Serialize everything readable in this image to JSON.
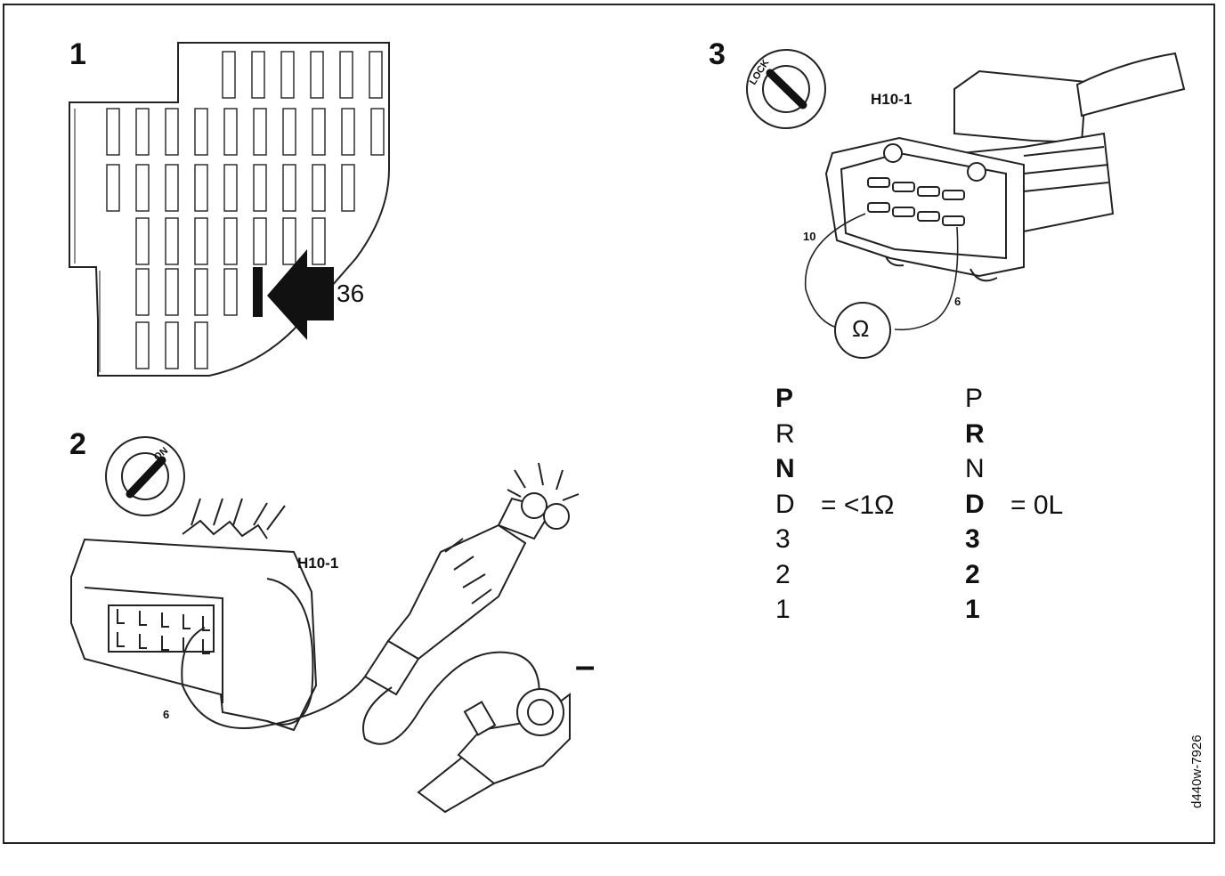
{
  "steps": {
    "s1": "1",
    "s2": "2",
    "s3": "3"
  },
  "panel1": {
    "fuse_number": "36"
  },
  "panel2": {
    "ignition": "ON",
    "connector": "H10-1",
    "pin": "6",
    "ground": "–"
  },
  "panel3": {
    "ignition": "LOCK",
    "connector": "H10-1",
    "pin_a": "10",
    "pin_b": "6",
    "meter": "Ω"
  },
  "table": {
    "left": {
      "items": [
        "P",
        "R",
        "N",
        "D",
        "3",
        "2",
        "1"
      ],
      "bold": [
        true,
        false,
        true,
        false,
        false,
        false,
        false
      ],
      "result": "= <1Ω"
    },
    "right": {
      "items": [
        "P",
        "R",
        "N",
        "D",
        "3",
        "2",
        "1"
      ],
      "bold": [
        false,
        true,
        false,
        true,
        true,
        true,
        true
      ],
      "result": "= 0L"
    }
  },
  "reference": "d440w-7926"
}
